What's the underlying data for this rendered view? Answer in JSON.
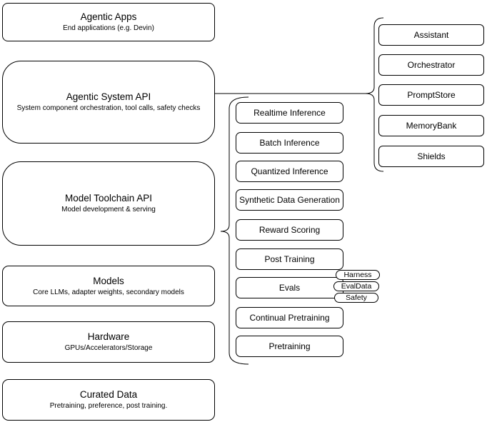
{
  "diagram": {
    "left_stack": [
      {
        "title": "Agentic Apps",
        "subtitle": "End applications (e.g. Devin)"
      },
      {
        "title": "Agentic System API",
        "subtitle": "System component orchestration, tool calls, safety checks"
      },
      {
        "title": "Model Toolchain API",
        "subtitle": "Model development & serving"
      },
      {
        "title": "Models",
        "subtitle": "Core LLMs, adapter weights, secondary models"
      },
      {
        "title": "Hardware",
        "subtitle": "GPUs/Accelerators/Storage"
      },
      {
        "title": "Curated Data",
        "subtitle": "Pretraining, preference, post training."
      }
    ],
    "toolchain_items": [
      "Realtime Inference",
      "Batch Inference",
      "Quantized Inference",
      "Synthetic Data Generation",
      "Reward Scoring",
      "Post Training",
      "Evals",
      "Continual Pretraining",
      "Pretraining"
    ],
    "evals_badges": [
      "Harness",
      "EvalData",
      "Safety"
    ],
    "system_items": [
      "Assistant",
      "Orchestrator",
      "PromptStore",
      "MemoryBank",
      "Shields"
    ],
    "colors": {
      "stroke": "#000000",
      "fill": "#ffffff",
      "background": "#ffffff"
    }
  }
}
